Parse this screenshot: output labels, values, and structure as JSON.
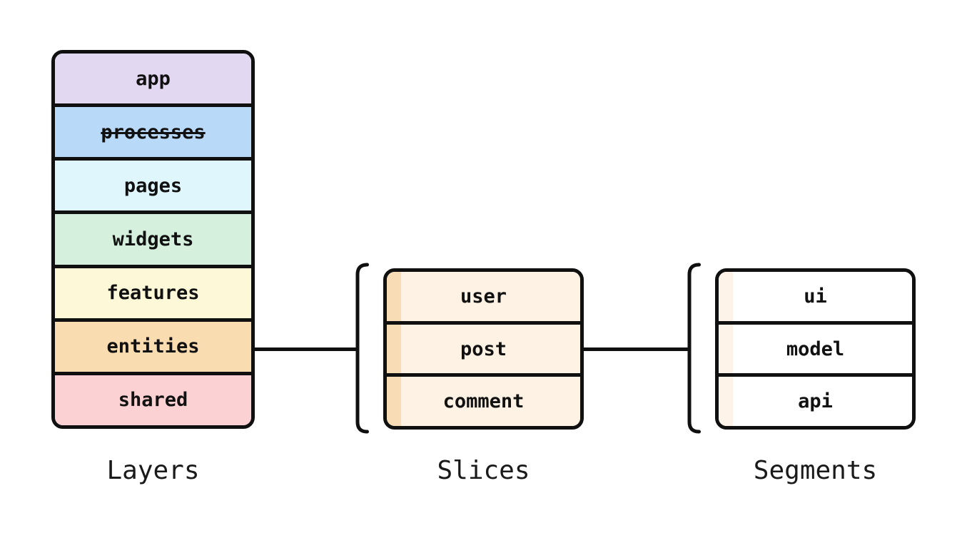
{
  "line_color": "#101010",
  "layers": {
    "caption": "Layers",
    "items": [
      {
        "label": "app",
        "color": "#e2d8f2",
        "deprecated": false
      },
      {
        "label": "processes",
        "color": "#b9d9f8",
        "deprecated": true
      },
      {
        "label": "pages",
        "color": "#dff6fd",
        "deprecated": false
      },
      {
        "label": "widgets",
        "color": "#d5f0dd",
        "deprecated": false
      },
      {
        "label": "features",
        "color": "#fcf8d8",
        "deprecated": false
      },
      {
        "label": "entities",
        "color": "#fadcb1",
        "deprecated": false
      },
      {
        "label": "shared",
        "color": "#fcd1d4",
        "deprecated": false
      }
    ]
  },
  "slices": {
    "caption": "Slices",
    "bg_color": "#fdf2e4",
    "stripe_color": "#f8dcb6",
    "items": [
      {
        "label": "user"
      },
      {
        "label": "post"
      },
      {
        "label": "comment"
      }
    ]
  },
  "segments": {
    "caption": "Segments",
    "bg_color": "#ffffff",
    "stripe_color": "#fdf3e8",
    "items": [
      {
        "label": "ui"
      },
      {
        "label": "model"
      },
      {
        "label": "api"
      }
    ]
  }
}
